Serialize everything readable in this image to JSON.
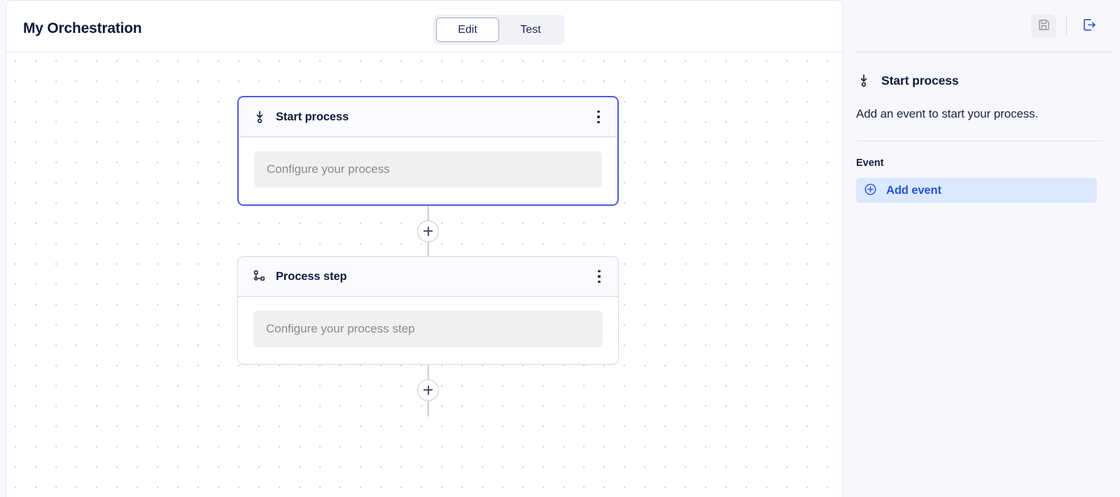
{
  "app": {
    "document_title": "My Orchestration"
  },
  "toolbar": {
    "tabs": [
      {
        "label": "Edit",
        "active": true
      },
      {
        "label": "Test",
        "active": false
      }
    ],
    "save_icon": "save-floppy-icon",
    "exit_icon": "exit-arrow-icon"
  },
  "canvas": {
    "nodes": [
      {
        "id": "start-process",
        "icon": "arrow-down-to-circle-icon",
        "title": "Start process",
        "placeholder": "Configure your process",
        "selected": true,
        "menu_icon": "kebab-menu-icon"
      },
      {
        "id": "process-step",
        "icon": "process-branch-icon",
        "title": "Process step",
        "placeholder": "Configure your process step",
        "selected": false,
        "menu_icon": "kebab-menu-icon"
      }
    ],
    "connectors": [
      {
        "id": "connector-1",
        "icon": "plus-icon"
      },
      {
        "id": "connector-2",
        "icon": "plus-icon"
      }
    ]
  },
  "panel": {
    "icon": "arrow-down-to-circle-icon",
    "title": "Start process",
    "description": "Add an event to start your process.",
    "section_label": "Event",
    "add_event": {
      "label": "Add event",
      "icon": "plus-circle-icon"
    }
  },
  "colors": {
    "accent_blue": "#2453e4",
    "node_selected_border": "#4f5ae0",
    "title_navy": "#0f1a3c",
    "canvas_dot": "#d6d6e8",
    "add_event_bg": "#dbe9fe"
  }
}
